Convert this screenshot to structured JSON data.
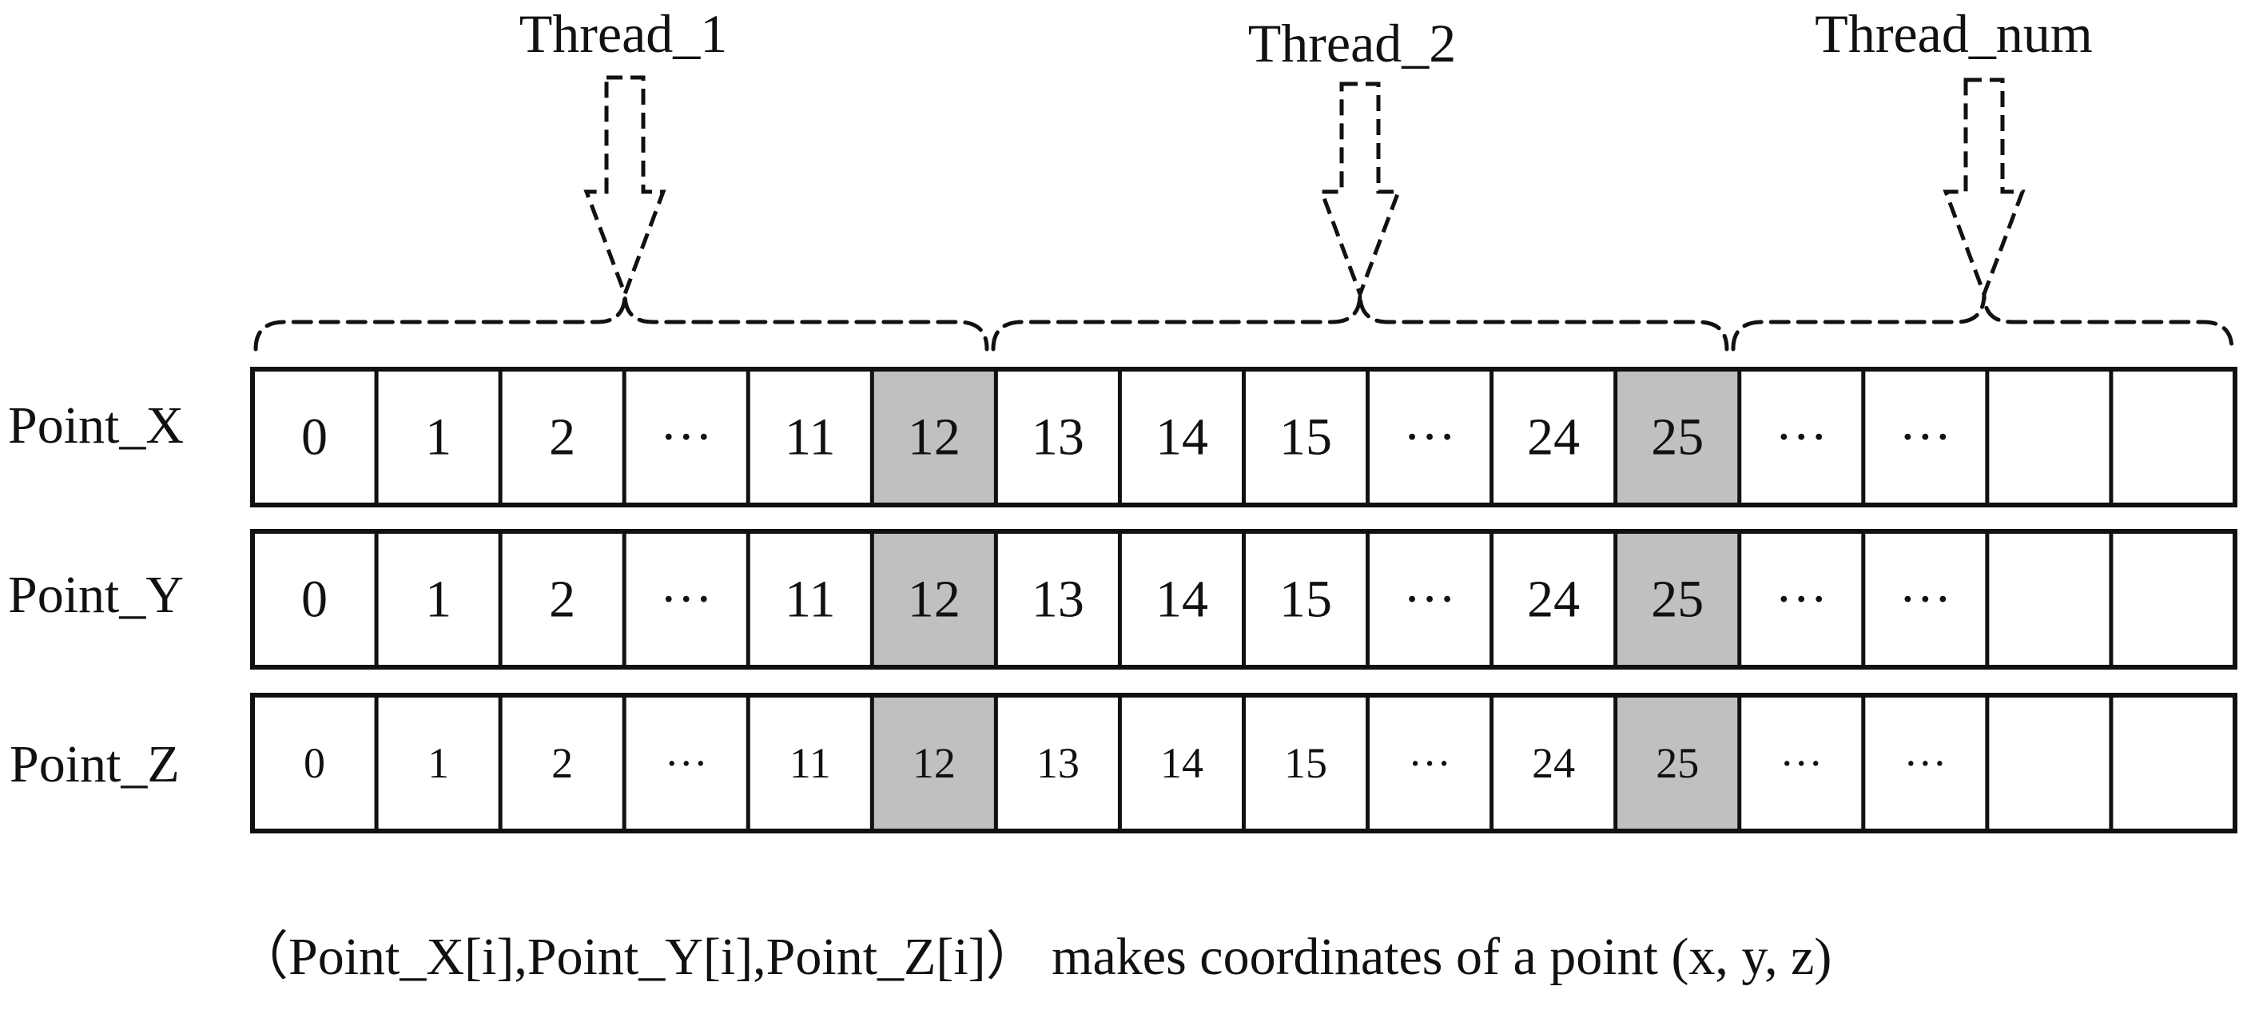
{
  "threads": [
    {
      "label": "Thread_1"
    },
    {
      "label": "Thread_2"
    },
    {
      "label": "Thread_num"
    }
  ],
  "cells": [
    "0",
    "1",
    "2",
    "···",
    "11",
    "12",
    "13",
    "14",
    "15",
    "···",
    "24",
    "25",
    "···",
    "···",
    "",
    ""
  ],
  "highlighted_indices": [
    5,
    11
  ],
  "rows": [
    {
      "label": "Point_X"
    },
    {
      "label": "Point_Y"
    },
    {
      "label": "Point_Z"
    }
  ],
  "caption": "（Point_X[i],Point_Y[i],Point_Z[i]） makes coordinates of a point (x, y, z)",
  "colors": {
    "cell_fill": "#ffffff",
    "highlight_fill": "#c0c0c0",
    "stroke": "#111111"
  }
}
